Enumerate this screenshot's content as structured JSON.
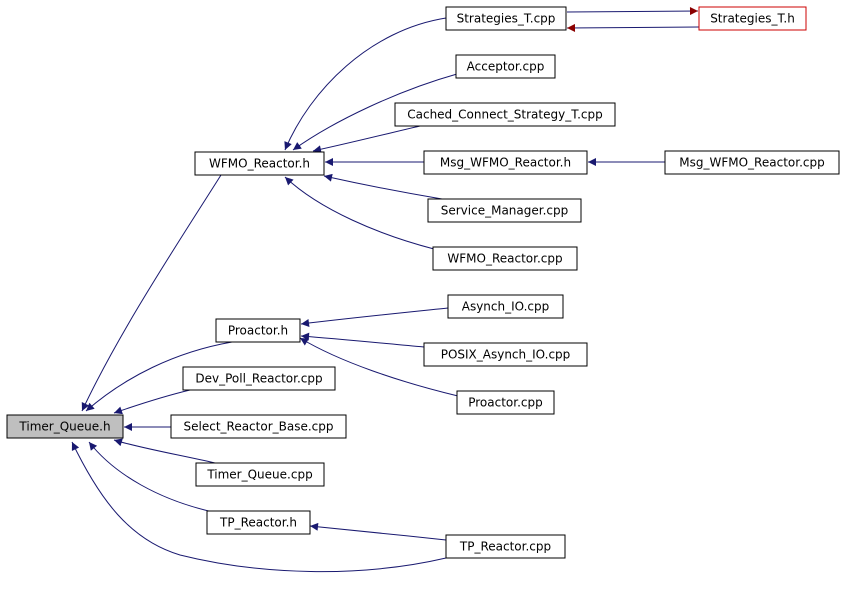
{
  "diagram": {
    "type": "include-dependency-graph",
    "colors": {
      "edge": "#191970",
      "node_border": "#000000",
      "focus_fill": "#bfbfbf",
      "cycle_border": "#cc0000",
      "cycle_edge": "#8b0000"
    },
    "nodes": [
      {
        "id": "timer_queue_h",
        "label": "Timer_Queue.h",
        "focus": true
      },
      {
        "id": "wfmo_reactor_h",
        "label": "WFMO_Reactor.h"
      },
      {
        "id": "proactor_h",
        "label": "Proactor.h"
      },
      {
        "id": "dev_poll_reactor_cpp",
        "label": "Dev_Poll_Reactor.cpp"
      },
      {
        "id": "select_reactor_base_cpp",
        "label": "Select_Reactor_Base.cpp"
      },
      {
        "id": "timer_queue_cpp",
        "label": "Timer_Queue.cpp"
      },
      {
        "id": "tp_reactor_h",
        "label": "TP_Reactor.h"
      },
      {
        "id": "tp_reactor_cpp",
        "label": "TP_Reactor.cpp"
      },
      {
        "id": "strategies_t_cpp",
        "label": "Strategies_T.cpp"
      },
      {
        "id": "strategies_t_h",
        "label": "Strategies_T.h",
        "highlight": "red"
      },
      {
        "id": "acceptor_cpp",
        "label": "Acceptor.cpp"
      },
      {
        "id": "cached_connect_strategy_t_cpp",
        "label": "Cached_Connect_Strategy_T.cpp"
      },
      {
        "id": "msg_wfmo_reactor_h",
        "label": "Msg_WFMO_Reactor.h"
      },
      {
        "id": "msg_wfmo_reactor_cpp",
        "label": "Msg_WFMO_Reactor.cpp"
      },
      {
        "id": "service_manager_cpp",
        "label": "Service_Manager.cpp"
      },
      {
        "id": "wfmo_reactor_cpp",
        "label": "WFMO_Reactor.cpp"
      },
      {
        "id": "asynch_io_cpp",
        "label": "Asynch_IO.cpp"
      },
      {
        "id": "posix_asynch_io_cpp",
        "label": "POSIX_Asynch_IO.cpp"
      },
      {
        "id": "proactor_cpp",
        "label": "Proactor.cpp"
      }
    ],
    "edges": [
      {
        "from": "wfmo_reactor_h",
        "to": "timer_queue_h"
      },
      {
        "from": "proactor_h",
        "to": "timer_queue_h"
      },
      {
        "from": "dev_poll_reactor_cpp",
        "to": "timer_queue_h"
      },
      {
        "from": "select_reactor_base_cpp",
        "to": "timer_queue_h"
      },
      {
        "from": "timer_queue_cpp",
        "to": "timer_queue_h"
      },
      {
        "from": "tp_reactor_h",
        "to": "timer_queue_h"
      },
      {
        "from": "tp_reactor_cpp",
        "to": "timer_queue_h"
      },
      {
        "from": "strategies_t_cpp",
        "to": "wfmo_reactor_h"
      },
      {
        "from": "acceptor_cpp",
        "to": "wfmo_reactor_h"
      },
      {
        "from": "cached_connect_strategy_t_cpp",
        "to": "wfmo_reactor_h"
      },
      {
        "from": "msg_wfmo_reactor_h",
        "to": "wfmo_reactor_h"
      },
      {
        "from": "service_manager_cpp",
        "to": "wfmo_reactor_h"
      },
      {
        "from": "wfmo_reactor_cpp",
        "to": "wfmo_reactor_h"
      },
      {
        "from": "strategies_t_cpp",
        "to": "strategies_t_h"
      },
      {
        "from": "strategies_t_h",
        "to": "strategies_t_cpp"
      },
      {
        "from": "msg_wfmo_reactor_cpp",
        "to": "msg_wfmo_reactor_h"
      },
      {
        "from": "asynch_io_cpp",
        "to": "proactor_h"
      },
      {
        "from": "posix_asynch_io_cpp",
        "to": "proactor_h"
      },
      {
        "from": "proactor_cpp",
        "to": "proactor_h"
      },
      {
        "from": "tp_reactor_cpp",
        "to": "tp_reactor_h"
      }
    ]
  }
}
